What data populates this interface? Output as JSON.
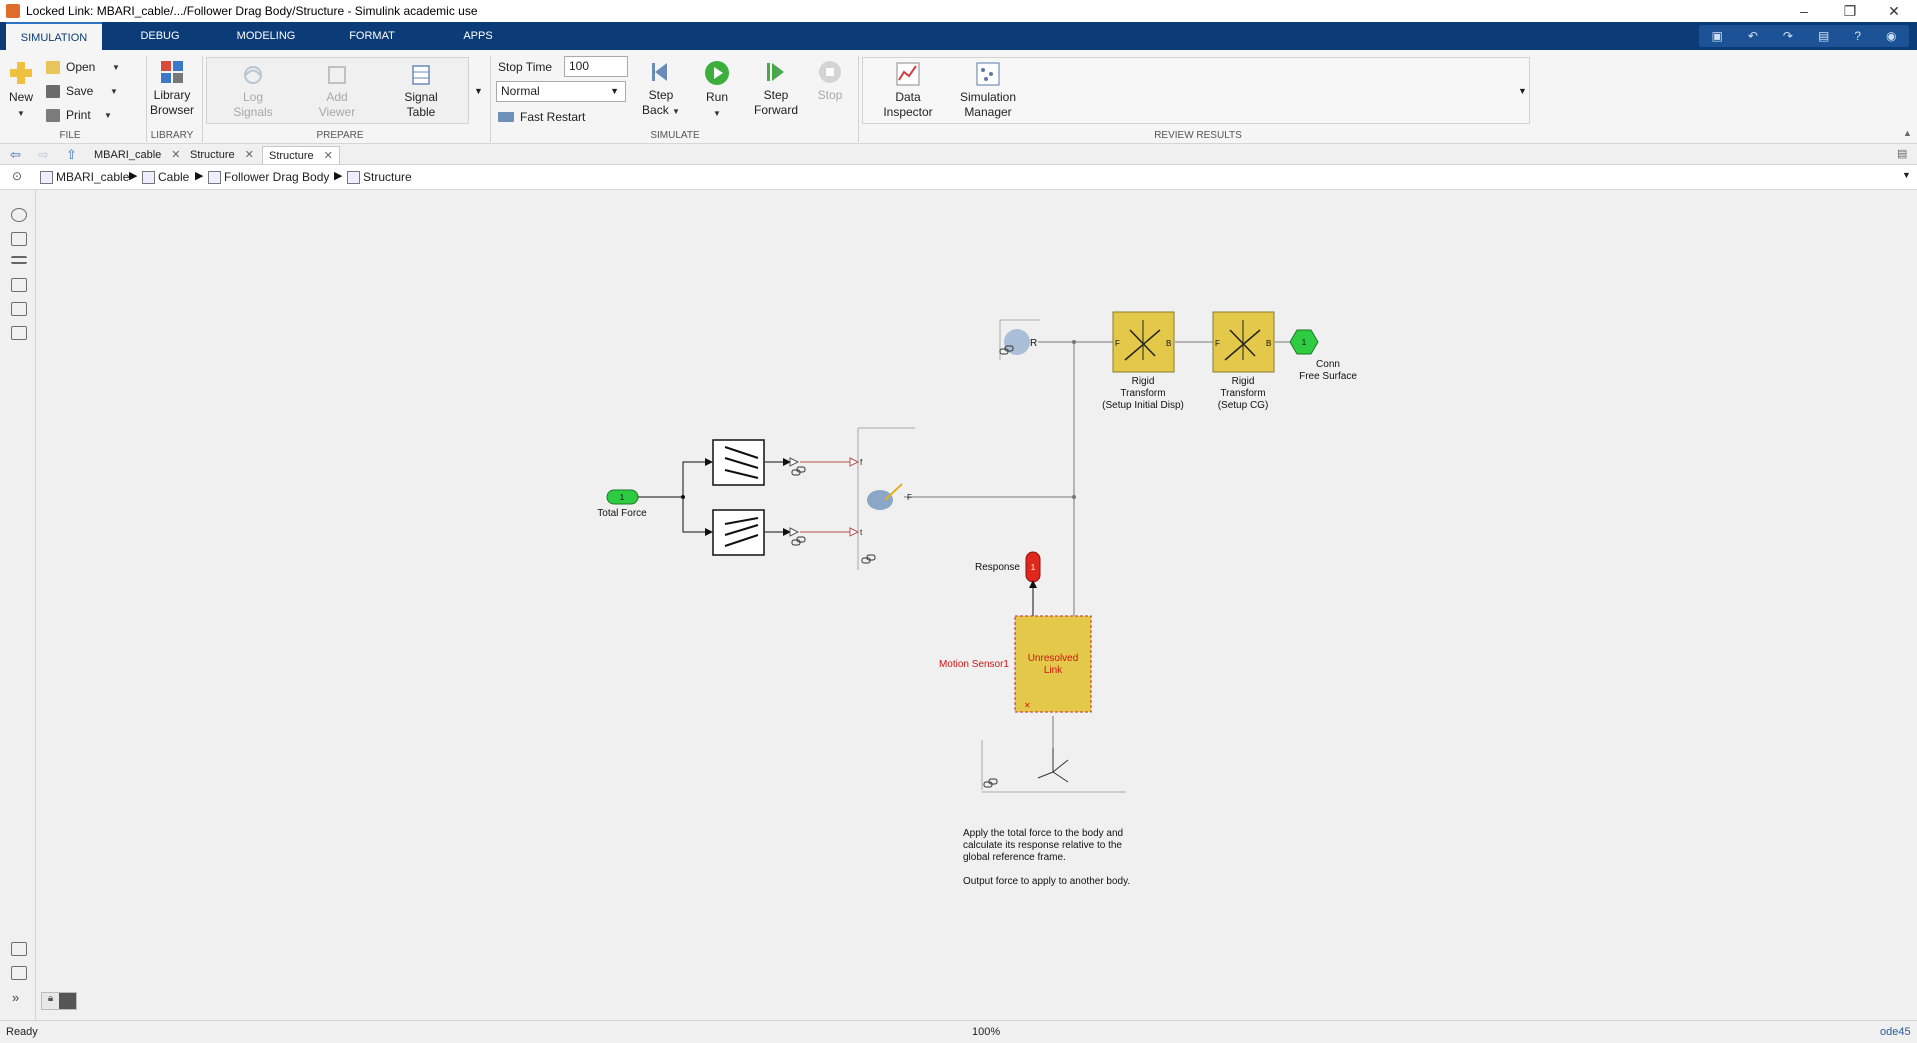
{
  "window": {
    "title": "Locked Link: MBARI_cable/.../Follower Drag Body/Structure - Simulink academic use",
    "controls": [
      "–",
      "❐",
      "✕"
    ]
  },
  "ribbon": {
    "tabs": [
      "SIMULATION",
      "DEBUG",
      "MODELING",
      "FORMAT",
      "APPS"
    ],
    "active_tab": "SIMULATION",
    "file": {
      "section": "FILE",
      "new": "New",
      "open": "Open",
      "save": "Save",
      "print": "Print"
    },
    "library": {
      "section": "LIBRARY",
      "library_browser_1": "Library",
      "library_browser_2": "Browser"
    },
    "prepare": {
      "section": "PREPARE",
      "log_signals_1": "Log",
      "log_signals_2": "Signals",
      "add_viewer_1": "Add",
      "add_viewer_2": "Viewer",
      "signal_table_1": "Signal",
      "signal_table_2": "Table"
    },
    "simulate": {
      "section": "SIMULATE",
      "stop_time_label": "Stop Time",
      "stop_time_value": "100",
      "mode": "Normal",
      "fast_restart": "Fast Restart",
      "step_back_1": "Step",
      "step_back_2": "Back",
      "run": "Run",
      "step_forward_1": "Step",
      "step_forward_2": "Forward",
      "stop": "Stop"
    },
    "review": {
      "section": "REVIEW RESULTS",
      "data_inspector_1": "Data",
      "data_inspector_2": "Inspector",
      "sim_manager_1": "Simulation",
      "sim_manager_2": "Manager"
    }
  },
  "doc_tabs": [
    {
      "label": "MBARI_cable"
    },
    {
      "label": "Structure"
    },
    {
      "label": "Structure"
    }
  ],
  "breadcrumb": [
    "MBARI_cable",
    "Cable",
    "Follower Drag Body",
    "Structure"
  ],
  "diagram": {
    "total_force": "Total Force",
    "inport_num": "1",
    "demux_port_f": "f",
    "demux_port_t": "t",
    "force_port": "F",
    "reference_port": "R",
    "rt1_line1": "Rigid",
    "rt1_line2": "Transform",
    "rt1_line3": "(Setup Initial Disp)",
    "rt2_line1": "Rigid",
    "rt2_line2": "Transform",
    "rt2_line3": "(Setup CG)",
    "port_F": "F",
    "port_B": "B",
    "conn_num": "1",
    "conn_line1": "Conn",
    "conn_line2": "Free Surface",
    "response": "Response",
    "response_num": "1",
    "motion_sensor": "Motion Sensor1",
    "unresolved_1": "Unresolved",
    "unresolved_2": "Link",
    "annotation_1": "Apply the total force to the body and",
    "annotation_2": "calculate its response relative to the",
    "annotation_3": "global reference frame.",
    "annotation_4": "Output force to apply to another body."
  },
  "status": {
    "state": "Ready",
    "zoom": "100%",
    "solver": "ode45"
  },
  "colors": {
    "ribbon_blue": "#0c3c78",
    "block_yellow": "#e4c84a",
    "inport_green": "#2ecc40",
    "outport_red": "#e0271e",
    "unresolved_text": "#d01515"
  }
}
